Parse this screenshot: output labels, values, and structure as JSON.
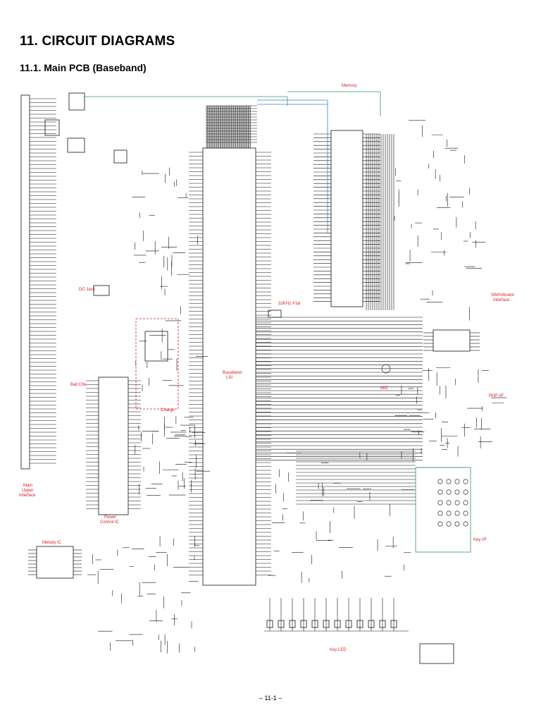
{
  "page": {
    "title": "11.  CIRCUIT  DIAGRAMS",
    "subtitle": "11.1.  Main  PCB (Baseband)",
    "page_number": "– 11-1 –"
  },
  "blocks": [
    {
      "id": "memory",
      "label": "Memory"
    },
    {
      "id": "sim-vibrator",
      "label": "SIM/Vibrator\nInterface"
    },
    {
      "id": "dc-jack",
      "label": "DC Jack"
    },
    {
      "id": "crystal",
      "label": "32KHz X'tal"
    },
    {
      "id": "baseband-lsi",
      "label": "Baseband\nLSI"
    },
    {
      "id": "ball-chk",
      "label": "Ball Chk"
    },
    {
      "id": "charge",
      "label": "Charge"
    },
    {
      "id": "mic",
      "label": "MIC"
    },
    {
      "id": "php-if",
      "label": "PHP I/F"
    },
    {
      "id": "main-upper",
      "label": "Main\nUpper\nInterface"
    },
    {
      "id": "power-control",
      "label": "Power\nControl IC"
    },
    {
      "id": "key-if",
      "label": "Key I/F"
    },
    {
      "id": "melody-ic",
      "label": "Melody IC"
    },
    {
      "id": "key-led",
      "label": "Key LED"
    }
  ],
  "colors": {
    "label_red": "#d81e1e",
    "wire_green": "#2a9a6a",
    "wire_blue": "#3a7fc0",
    "wire_red": "#d81e1e",
    "line": "#111111"
  }
}
